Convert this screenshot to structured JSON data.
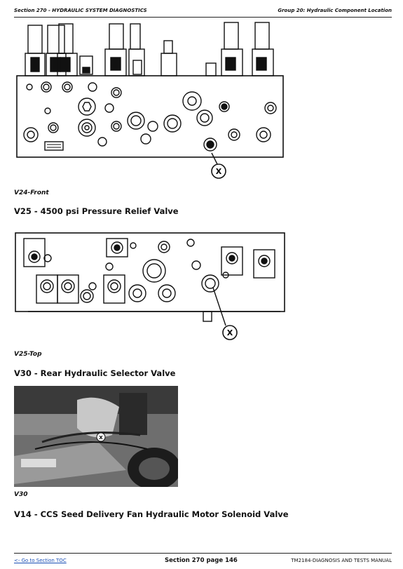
{
  "header": {
    "left": "Section 270 - HYDRAULIC SYSTEM DIAGNOSTICS",
    "right": "Group 20: Hydraulic Component Location"
  },
  "figures": [
    {
      "caption": "V24-Front",
      "callout": "X"
    },
    {
      "caption": "V25-Top",
      "callout": "X"
    },
    {
      "caption": "V30",
      "callout": "X"
    }
  ],
  "headings": [
    "V25 - 4500 psi Pressure Relief Valve",
    "V30 - Rear Hydraulic Selector Valve",
    "V14 - CCS Seed Delivery Fan Hydraulic Motor Solenoid Valve"
  ],
  "footer": {
    "left": "<- Go to Section TOC",
    "center": "Section 270 page 146",
    "right": "TM2184-DIAGNOSIS AND TESTS MANUAL"
  }
}
